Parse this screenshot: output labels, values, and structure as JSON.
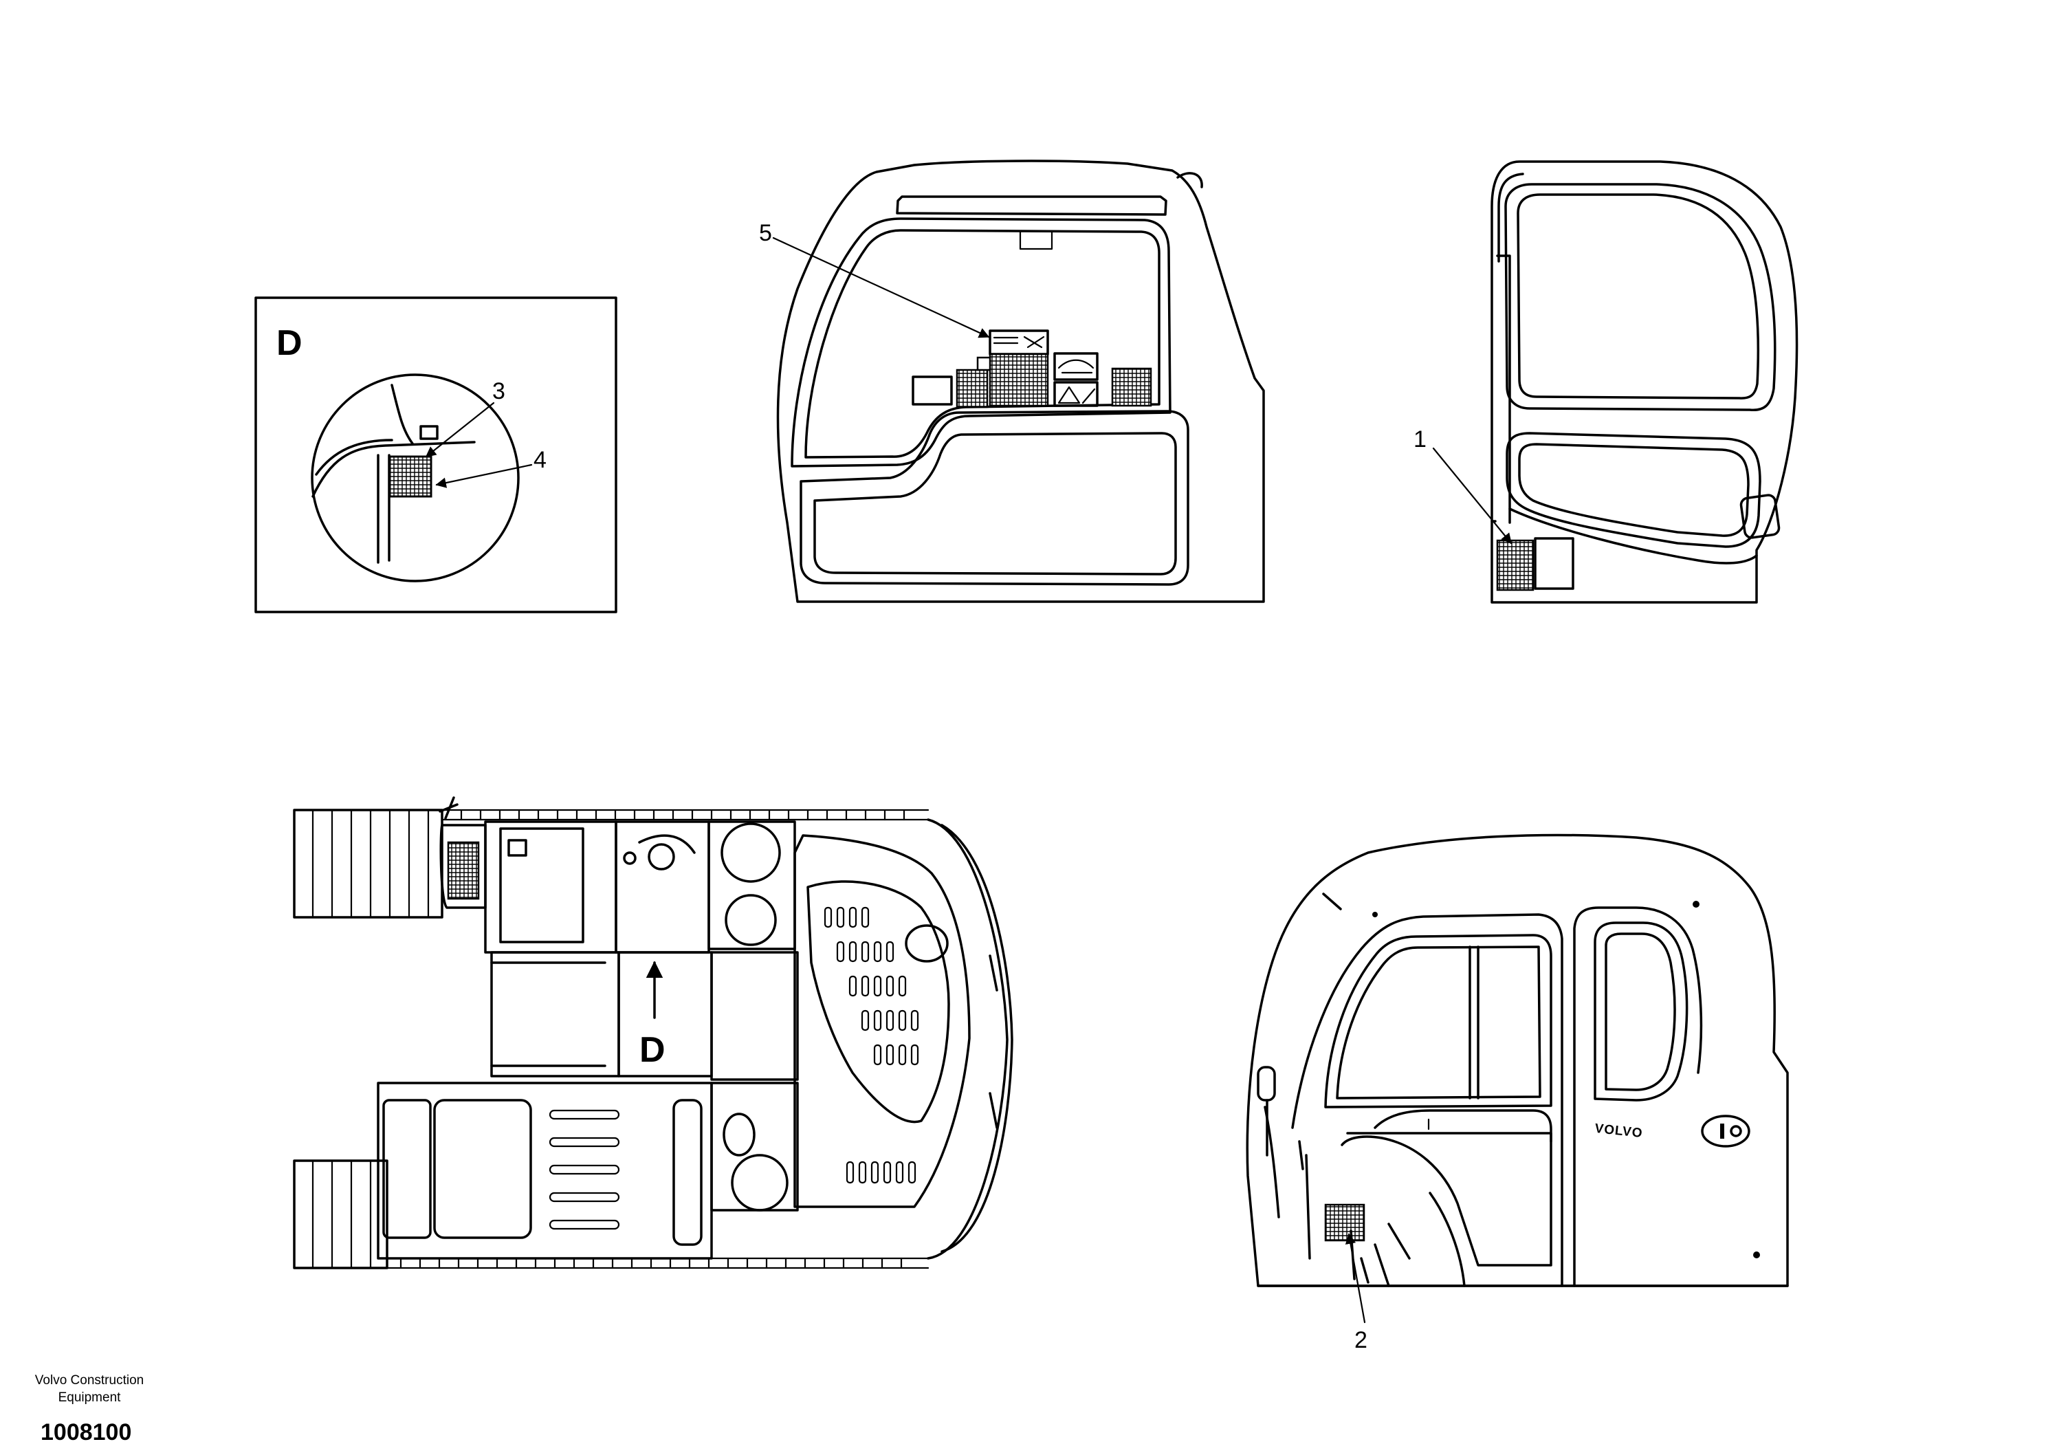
{
  "detail_view": {
    "title": "D",
    "callouts": [
      "3",
      "4"
    ]
  },
  "cab_rear_view": {
    "callout": "5"
  },
  "cab_side_view": {
    "callout": "1"
  },
  "cab_front_view": {
    "callout": "2",
    "logo_text": "VOLVO"
  },
  "top_view": {
    "view_marker": "D"
  },
  "footer": {
    "company_line1": "Volvo Construction",
    "company_line2": "Equipment",
    "document_number": "1008100"
  }
}
